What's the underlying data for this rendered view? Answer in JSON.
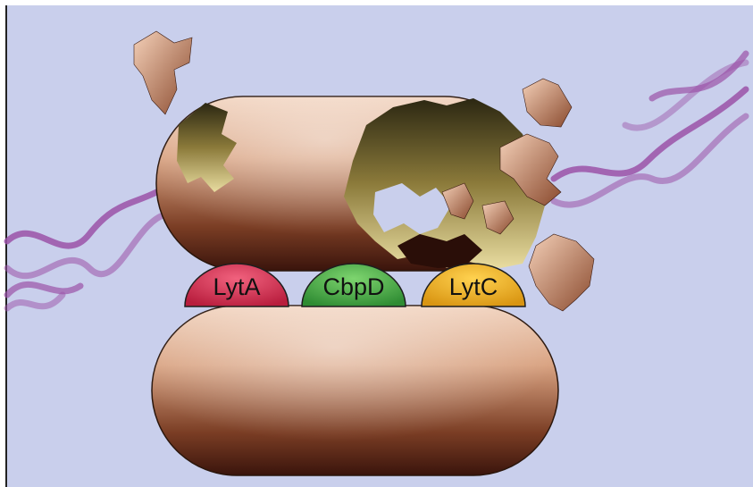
{
  "proteins": [
    {
      "label": "LytA",
      "color": "#d9334f"
    },
    {
      "label": "CbpD",
      "color": "#4caf50"
    },
    {
      "label": "LytC",
      "color": "#f0b31e"
    }
  ],
  "colors": {
    "background": "#c9cfec",
    "dna_strand": "#9b52a8",
    "cell_body": "#c98f6e"
  }
}
